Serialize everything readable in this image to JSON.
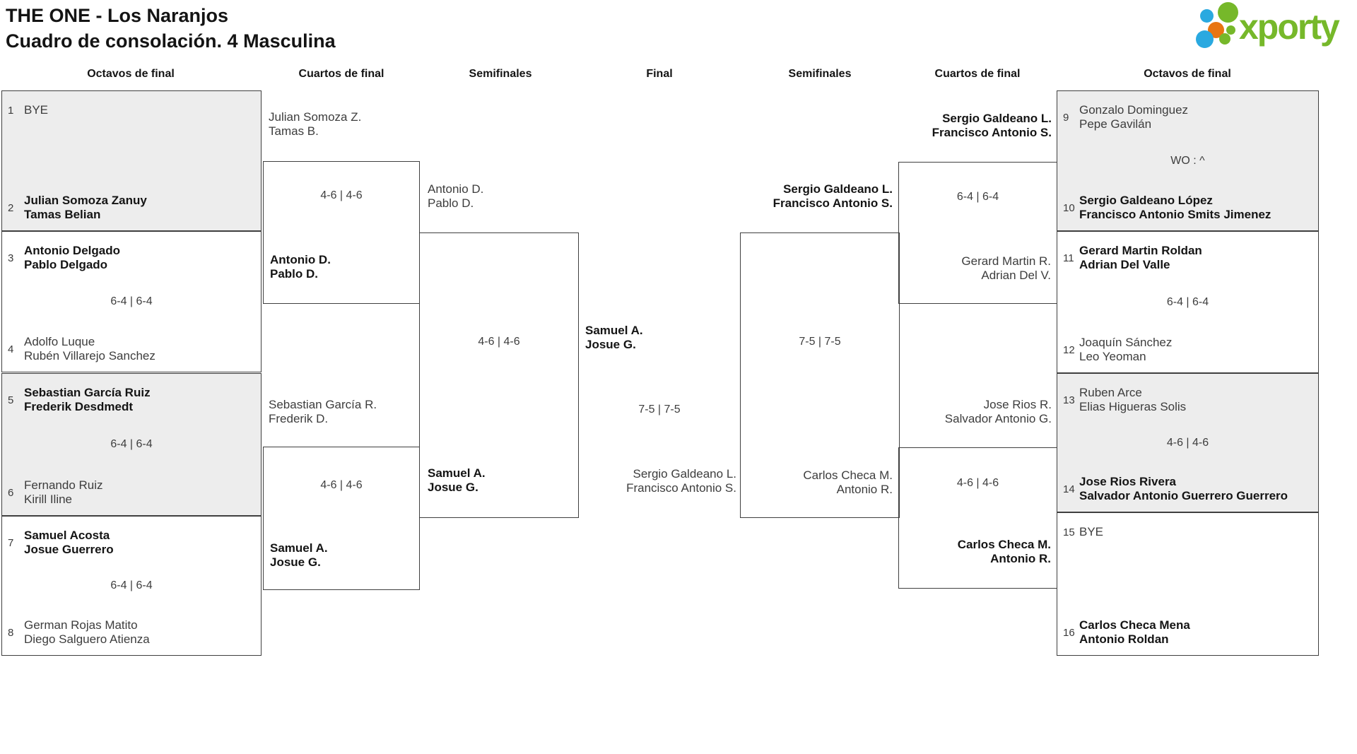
{
  "title": {
    "line1": "THE ONE - Los Naranjos",
    "line2": "Cuadro de consolación. 4 Masculina"
  },
  "logo": {
    "brand": "xporty"
  },
  "colors": {
    "brand_green": "#76b82a",
    "brand_blue": "#2aa9e0",
    "brand_orange": "#e87511",
    "box_gray": "#ededed",
    "line": "#3f3f3f",
    "winner_text": "#141414",
    "regular_text": "#3d3d3d"
  },
  "round_headers": [
    "Octavos de final",
    "Cuartos de final",
    "Semifinales",
    "Final",
    "Semifinales",
    "Cuartos de final",
    "Octavos de final"
  ],
  "bracket": {
    "oct_left": [
      {
        "top": {
          "seed": "1",
          "l1": "BYE",
          "l2": "",
          "bold": false
        },
        "score": "",
        "bot": {
          "seed": "2",
          "l1": "Julian Somoza Zanuy",
          "l2": "Tamas Belian",
          "bold": true
        }
      },
      {
        "top": {
          "seed": "3",
          "l1": "Antonio Delgado",
          "l2": "Pablo Delgado",
          "bold": true
        },
        "score": "6-4 | 6-4",
        "bot": {
          "seed": "4",
          "l1": "Adolfo Luque",
          "l2": "Rubén Villarejo Sanchez",
          "bold": false
        }
      },
      {
        "top": {
          "seed": "5",
          "l1": "Sebastian García Ruiz",
          "l2": "Frederik Desdmedt",
          "bold": true
        },
        "score": "6-4 | 6-4",
        "bot": {
          "seed": "6",
          "l1": "Fernando Ruiz",
          "l2": "Kirill Iline",
          "bold": false
        }
      },
      {
        "top": {
          "seed": "7",
          "l1": "Samuel Acosta",
          "l2": "Josue Guerrero",
          "bold": true
        },
        "score": "6-4 | 6-4",
        "bot": {
          "seed": "8",
          "l1": "German Rojas Matito",
          "l2": "Diego Salguero Atienza",
          "bold": false
        }
      }
    ],
    "qf_left": [
      {
        "p1": {
          "l1": "Julian Somoza Z.",
          "l2": "Tamas B.",
          "bold": false
        },
        "score": "4-6 | 4-6",
        "p2": {
          "l1": "Antonio D.",
          "l2": "Pablo D.",
          "bold": true
        }
      },
      {
        "p1": {
          "l1": "Sebastian García R.",
          "l2": "Frederik D.",
          "bold": false
        },
        "score": "4-6 | 4-6",
        "p2": {
          "l1": "Samuel A.",
          "l2": "Josue G.",
          "bold": true
        }
      }
    ],
    "sf_left": {
      "p1": {
        "l1": "Antonio D.",
        "l2": "Pablo D.",
        "bold": false
      },
      "score": "4-6 | 4-6",
      "p2": {
        "l1": "Samuel A.",
        "l2": "Josue G.",
        "bold": true
      }
    },
    "final": {
      "p1": {
        "l1": "Samuel A.",
        "l2": "Josue G.",
        "bold": true
      },
      "score": "7-5 | 7-5",
      "p2": {
        "l1": "Sergio Galdeano L.",
        "l2": "Francisco Antonio S.",
        "bold": false
      }
    },
    "sf_right": {
      "p1": {
        "l1": "Sergio Galdeano L.",
        "l2": "Francisco Antonio S.",
        "bold": true
      },
      "score": "7-5 | 7-5",
      "p2": {
        "l1": "Carlos Checa M.",
        "l2": "Antonio R.",
        "bold": false
      }
    },
    "qf_right": [
      {
        "p1": {
          "l1": "Sergio Galdeano L.",
          "l2": "Francisco Antonio S.",
          "bold": true
        },
        "score": "6-4 | 6-4",
        "p2": {
          "l1": "Gerard Martin R.",
          "l2": "Adrian Del V.",
          "bold": false
        }
      },
      {
        "p1": {
          "l1": "Jose Rios R.",
          "l2": "Salvador Antonio G.",
          "bold": false
        },
        "score": "4-6 | 4-6",
        "p2": {
          "l1": "Carlos Checa M.",
          "l2": "Antonio R.",
          "bold": true
        }
      }
    ],
    "oct_right": [
      {
        "top": {
          "seed": "9",
          "l1": "Gonzalo Dominguez",
          "l2": "Pepe Gavilán",
          "bold": false
        },
        "score": "WO : ^",
        "bot": {
          "seed": "10",
          "l1": "Sergio Galdeano López",
          "l2": "Francisco Antonio Smits Jimenez",
          "bold": true
        }
      },
      {
        "top": {
          "seed": "11",
          "l1": "Gerard Martin Roldan",
          "l2": "Adrian Del Valle",
          "bold": true
        },
        "score": "6-4 | 6-4",
        "bot": {
          "seed": "12",
          "l1": "Joaquín Sánchez",
          "l2": "Leo Yeoman",
          "bold": false
        }
      },
      {
        "top": {
          "seed": "13",
          "l1": "Ruben Arce",
          "l2": "Elias Higueras Solis",
          "bold": false
        },
        "score": "4-6 | 4-6",
        "bot": {
          "seed": "14",
          "l1": "Jose Rios Rivera",
          "l2": "Salvador Antonio Guerrero Guerrero",
          "bold": true
        }
      },
      {
        "top": {
          "seed": "15",
          "l1": "BYE",
          "l2": "",
          "bold": false
        },
        "score": "",
        "bot": {
          "seed": "16",
          "l1": "Carlos Checa Mena",
          "l2": "Antonio Roldan",
          "bold": true
        }
      }
    ]
  }
}
